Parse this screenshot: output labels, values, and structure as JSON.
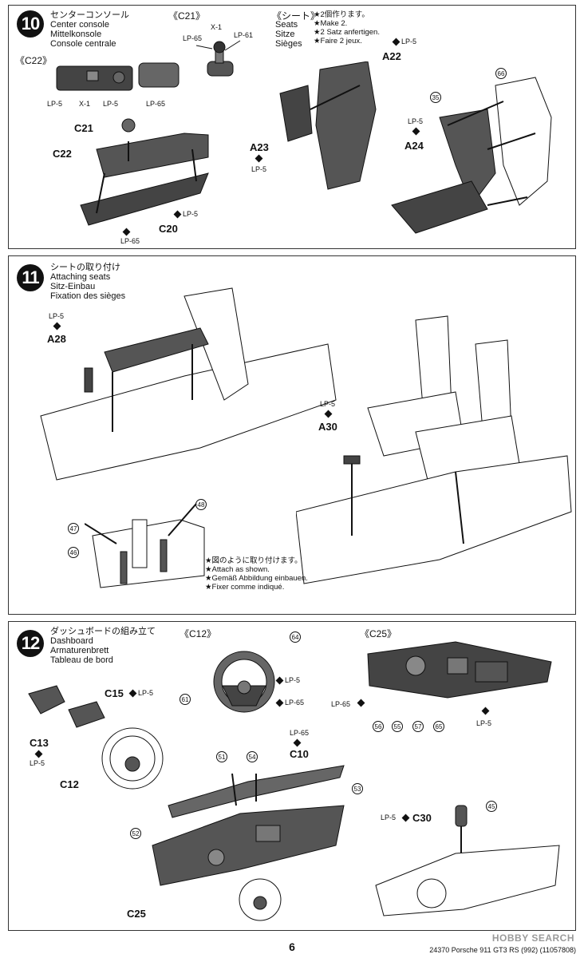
{
  "step10": {
    "number": "10",
    "title_jp": "センターコンソール",
    "title_en": "Center console",
    "title_de": "Mittelkonsole",
    "title_fr": "Console centrale",
    "sub_c21": "《C21》",
    "sub_c22": "《C22》",
    "sub_seats": "《シート》",
    "seats_en": "Seats",
    "seats_de": "Sitze",
    "seats_fr": "Sièges",
    "note_jp": "★2個作ります。",
    "note_en": "★Make 2.",
    "note_de": "★2 Satz anfertigen.",
    "note_fr": "★Faire 2 jeux.",
    "labels": {
      "x1": "X-1",
      "lp65a": "LP-65",
      "lp61": "LP-61",
      "c22_lp5a": "LP-5",
      "c22_x1": "X-1",
      "c22_lp5b": "LP-5",
      "c22_lp65": "LP-65",
      "c21": "C21",
      "c22": "C22",
      "c20": "C20",
      "lp5_c20": "LP-5",
      "lp65_c20": "LP-65",
      "a22": "A22",
      "lp5_a22": "LP-5",
      "a23": "A23",
      "lp5_a23": "LP-5",
      "a24": "A24",
      "lp5_a24": "LP-5",
      "n35": "35",
      "n66": "66"
    }
  },
  "step11": {
    "number": "11",
    "title_jp": "シートの取り付け",
    "title_en": "Attaching seats",
    "title_de": "Sitz-Einbau",
    "title_fr": "Fixation des sièges",
    "labels": {
      "lp5_a28": "LP-5",
      "a28": "A28",
      "lp5_a30": "LP-5",
      "a30": "A30",
      "n47": "47",
      "n46": "46",
      "n48": "48"
    },
    "note_jp": "★図のように取り付けます。",
    "note_en": "★Attach as shown.",
    "note_de": "★Gemäß Abbildung einbauen.",
    "note_fr": "★Fixer comme indiqué."
  },
  "step12": {
    "number": "12",
    "title_jp": "ダッシュボードの組み立て",
    "title_en": "Dashboard",
    "title_de": "Armaturenbrett",
    "title_fr": "Tableau de bord",
    "sub_c12": "《C12》",
    "sub_c25": "《C25》",
    "labels": {
      "n64": "64",
      "lp5_c12": "LP-5",
      "n61": "61",
      "lp65_c12": "LP-65",
      "c15": "C15",
      "lp5_c15": "LP-5",
      "c13": "C13",
      "lp5_c13": "LP-5",
      "c12": "C12",
      "lp65_c25": "LP-65",
      "n56": "56",
      "n55": "55",
      "n57": "57",
      "n65": "65",
      "lp5_c25": "LP-5",
      "lp65_c10": "LP-65",
      "c10": "C10",
      "n51": "51",
      "n54": "54",
      "n53": "53",
      "n52": "52",
      "c25": "C25",
      "n45": "45",
      "lp5_c30": "LP-5",
      "c30": "C30"
    }
  },
  "footer": {
    "page": "6",
    "code": "24370  Porsche 911 GT3 RS (992) (11057808)",
    "watermark": "HOBBY SEARCH",
    "watermark_small": "© HOBBY SEARCH"
  }
}
